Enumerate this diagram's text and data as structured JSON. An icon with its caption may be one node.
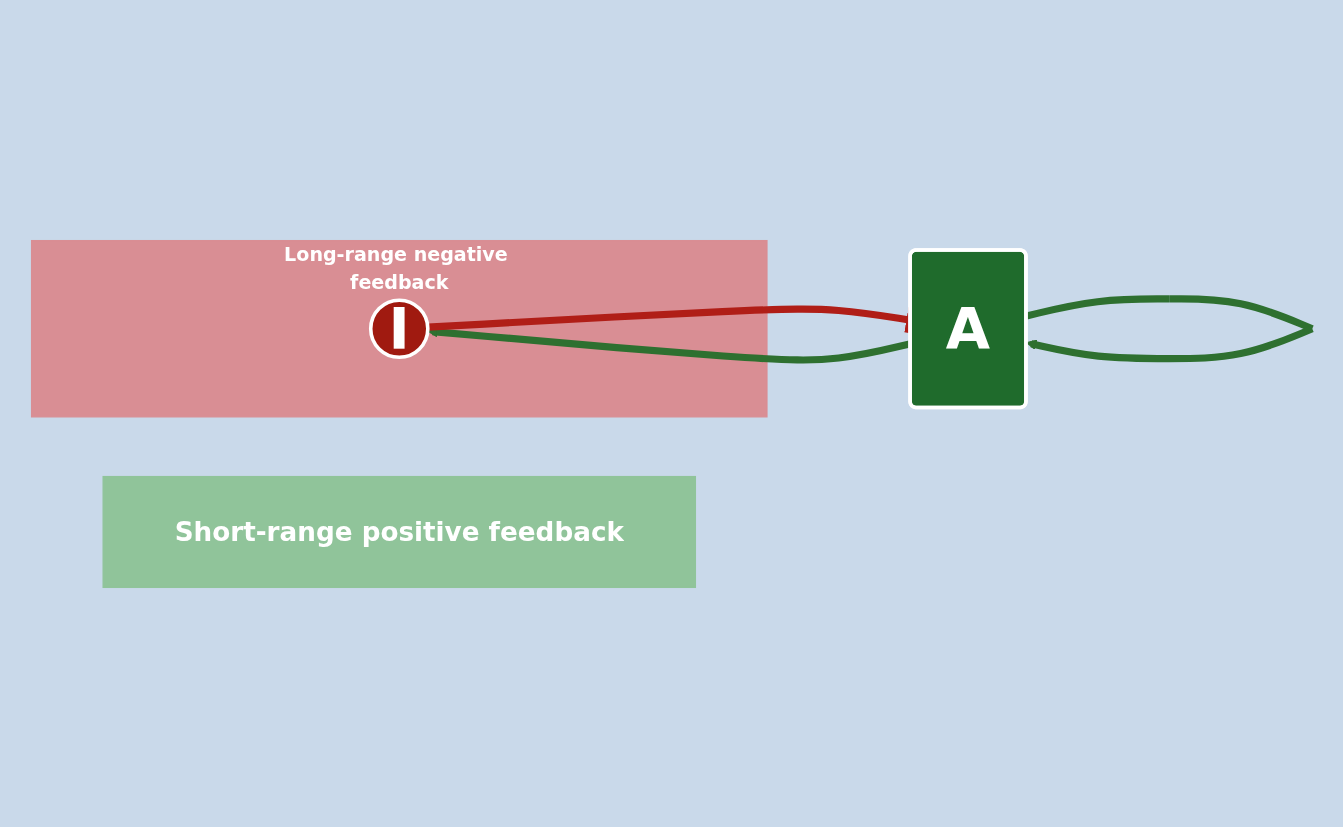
{
  "diagram": {
    "nodes": [
      {
        "text": [
          "Short-range positive feedback"
        ]
      },
      {
        "text": [
          "Long-range negative feedback"
        ]
      },
      {
        "text": [
          "A"
        ]
      },
      {
        "text": [
          "I"
        ],
        "in": 1
      }
    ],
    "edges": [
      {
        "from": 2,
        "to": 2,
        "arrow": "to"
      },
      {
        "from": 2,
        "to": 3,
        "arrow": "to"
      },
      {
        "from": 3,
        "to": 2,
        "arrow": "other",
        "color": "#b01e17"
      }
    ]
  }
}
